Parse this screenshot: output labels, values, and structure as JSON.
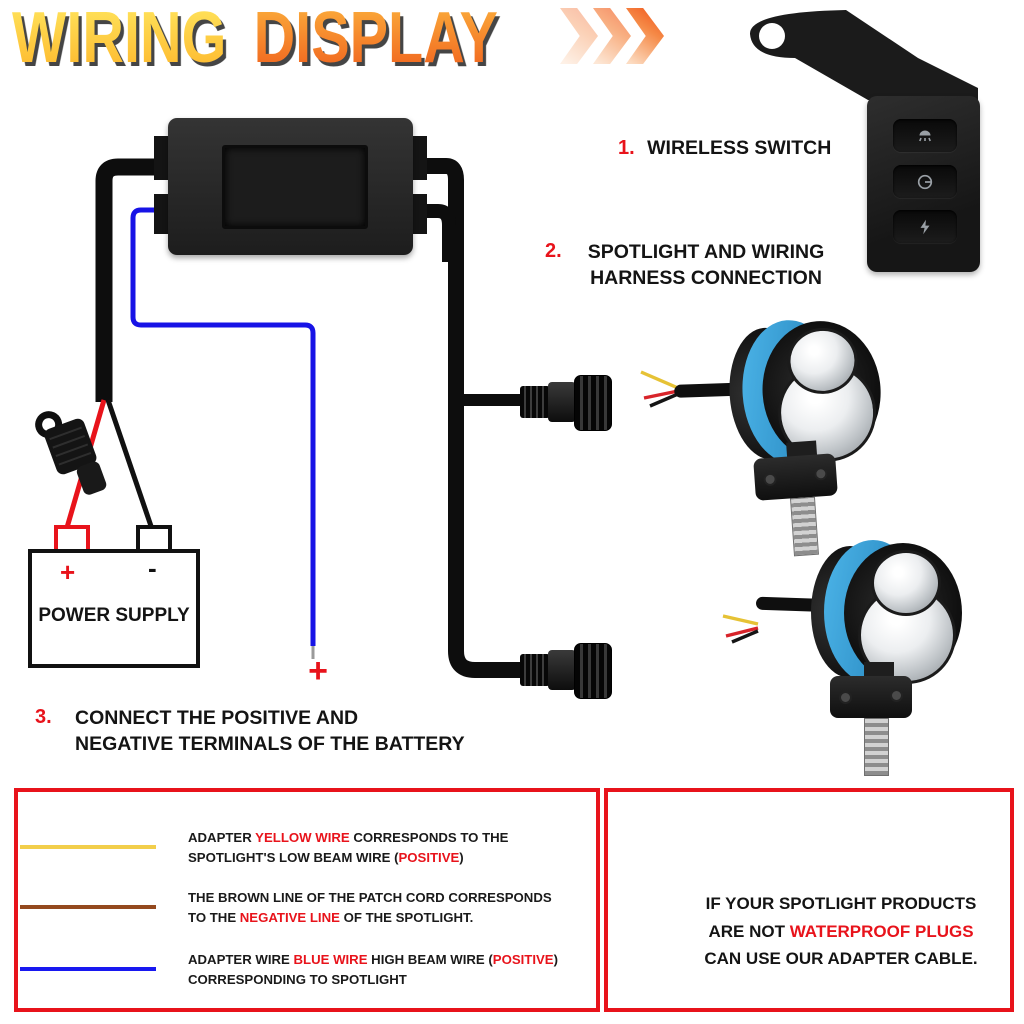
{
  "title": {
    "part1": "WIRING",
    "part2": "DISPLAY"
  },
  "steps": {
    "one": {
      "num": "1.",
      "text": "WIRELESS SWITCH"
    },
    "two": {
      "num": "2.",
      "line1": "SPOTLIGHT AND WIRING",
      "line2": "HARNESS CONNECTION"
    },
    "three": {
      "num": "3.",
      "line1": "CONNECT THE POSITIVE AND",
      "line2": "NEGATIVE TERMINALS OF THE BATTERY"
    }
  },
  "battery": {
    "label": "POWER SUPPLY",
    "plus": "+",
    "minus": "-"
  },
  "harness": {
    "blue_wire_terminal": "+"
  },
  "wireless_switch": {
    "buttons": [
      {
        "icon": "low-beam-icon"
      },
      {
        "icon": "power-icon"
      },
      {
        "icon": "flash-icon"
      }
    ]
  },
  "legend": {
    "items": [
      {
        "name": "yellow-wire",
        "line_color": "#F2CE4B",
        "lines": [
          [
            {
              "text": "ADAPTER "
            },
            {
              "text": "YELLOW WIRE",
              "accent": true
            },
            {
              "text": " CORRESPONDS TO THE"
            }
          ],
          [
            {
              "text": "SPOTLIGHT'S LOW BEAM WIRE ("
            },
            {
              "text": "POSITIVE",
              "accent": true
            },
            {
              "text": ")"
            }
          ]
        ]
      },
      {
        "name": "brown-wire",
        "line_color": "#94491E",
        "lines": [
          [
            {
              "text": "THE BROWN LINE OF THE PATCH CORD CORRESPONDS"
            }
          ],
          [
            {
              "text": "TO THE "
            },
            {
              "text": "NEGATIVE LINE",
              "accent": true
            },
            {
              "text": " OF THE SPOTLIGHT."
            }
          ]
        ]
      },
      {
        "name": "blue-wire",
        "line_color": "#1818F0",
        "lines": [
          [
            {
              "text": "ADAPTER WIRE "
            },
            {
              "text": "BLUE WIRE",
              "accent": true
            },
            {
              "text": " HIGH BEAM WIRE ("
            },
            {
              "text": "POSITIVE",
              "accent": true
            },
            {
              "text": ")"
            }
          ],
          [
            {
              "text": "CORRESPONDING TO SPOTLIGHT"
            }
          ]
        ]
      }
    ]
  },
  "adapter_box": {
    "lines": [
      [
        {
          "text": "IF YOUR SPOTLIGHT PRODUCTS"
        }
      ],
      [
        {
          "text": "ARE NOT "
        },
        {
          "text": "WATERPROOF PLUGS",
          "accent": true
        }
      ],
      [
        {
          "text": "CAN USE OUR ADAPTER CABLE."
        }
      ]
    ]
  },
  "colors": {
    "accent_red": "#E8131B",
    "wire_blue": "#1713E6",
    "wire_yellow": "#F2CE4B",
    "wire_brown": "#94491E",
    "spotlight_blue": "#2E9BD6",
    "title_yellow": "#FDBA2F",
    "title_orange": "#F1661F"
  }
}
